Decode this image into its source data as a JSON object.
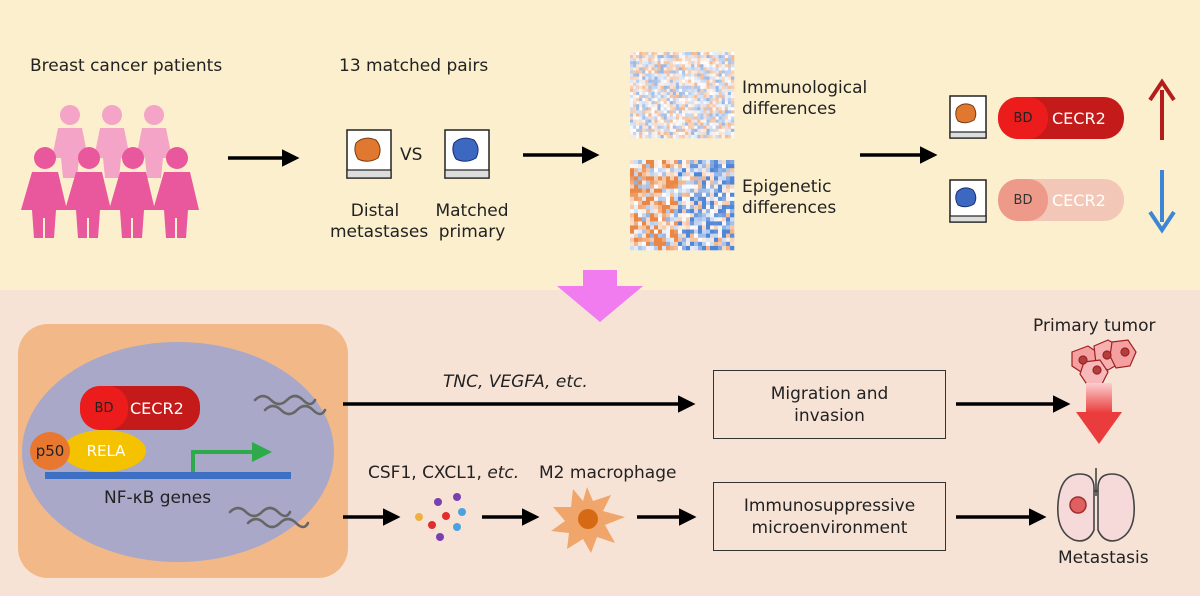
{
  "colors": {
    "top_panel": "#fcefcd",
    "bottom_panel": "#f7e3d6",
    "cell": "#f2b888",
    "nucleus": "#a9a8c8",
    "cecr2_strong": "#c41a1a",
    "bd_strong": "#ec1c1c",
    "cecr2_weak": "#f3c7b7",
    "bd_weak": "#ee9a8a",
    "woman_pink": "#e9579c",
    "woman_light": "#f4a5c7",
    "rela": "#f5c200",
    "p50": "#e8772f",
    "dna_bar": "#3d6fc2",
    "tss_arrow": "#2eaa4a",
    "big_down_arrow": "#f07cf0",
    "up_arrow": "#b51d1d",
    "down_arrow": "#3d86d6",
    "macrophage": "#f0a56a",
    "macrophage_nucleus": "#d66a14"
  },
  "top": {
    "patients_label": "Breast cancer patients",
    "pairs_label": "13 matched pairs",
    "vs_label": "VS",
    "distal_label_line1": "Distal",
    "distal_label_line2": "metastases",
    "matched_label_line1": "Matched",
    "matched_label_line2": "primary",
    "immuno_line1": "Immunological",
    "immuno_line2": "differences",
    "epi_line1": "Epigenetic",
    "epi_line2": "differences",
    "bd_label": "BD",
    "cecr2_label": "CECR2"
  },
  "bottom": {
    "bd_label": "BD",
    "cecr2_label": "CECR2",
    "p50_label": "p50",
    "rela_label": "RELA",
    "nfkb_label": "NF-κB genes",
    "tnc_label": "TNC, VEGFA, etc.",
    "csf_label_plain": "CSF1,  CXCL1, ",
    "csf_label_italic": "etc.",
    "m2_label": "M2 macrophage",
    "migration_line1": "Migration and",
    "migration_line2": "invasion",
    "immuno_line1": "Immunosuppressive",
    "immuno_line2": "microenvironment",
    "primary_label": "Primary tumor",
    "metastasis_label": "Metastasis"
  }
}
